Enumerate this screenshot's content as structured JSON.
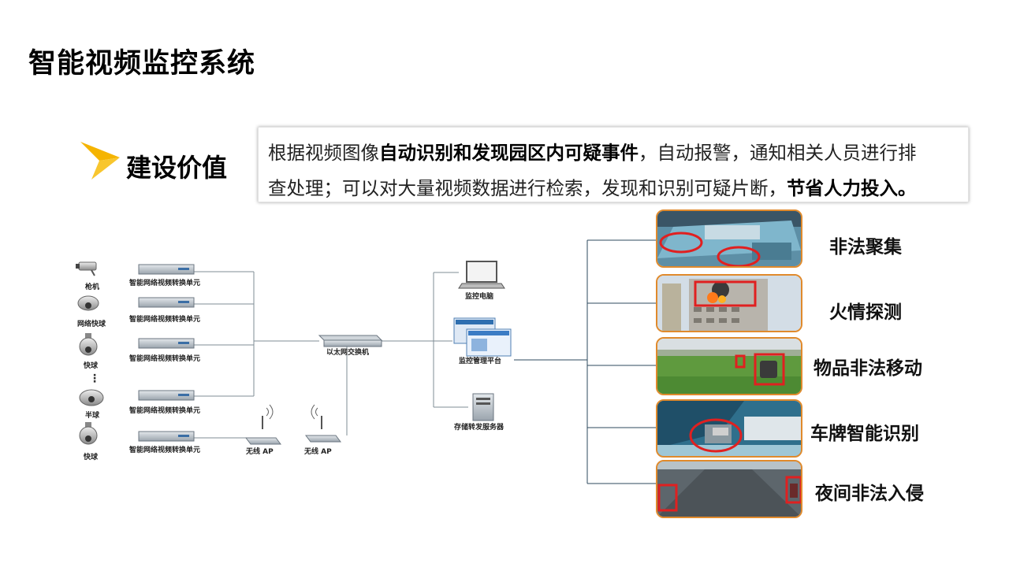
{
  "title": "智能视频监控系统",
  "section": {
    "label": "建设价值",
    "accent_color": "#f5b400"
  },
  "description": {
    "segments": [
      {
        "text": "根据视频图像",
        "bold": false
      },
      {
        "text": "自动识别和发现园区内可疑事件",
        "bold": true
      },
      {
        "text": "，自动报警，通知相关人员进行排",
        "bold": false
      },
      {
        "text": "查处理；可以对大量视频数据进行检索，发现和识别可疑片断，",
        "bold": false
      },
      {
        "text": "节省人力投入。",
        "bold": true
      }
    ]
  },
  "diagram": {
    "cameras": [
      {
        "label": "枪机",
        "icon": "bullet-camera-icon"
      },
      {
        "label": "网络快球",
        "icon": "dome-camera-icon"
      },
      {
        "label": "快球",
        "icon": "speed-dome-icon"
      },
      {
        "label": "半球",
        "icon": "half-dome-icon"
      },
      {
        "label": "快球",
        "icon": "speed-dome-icon"
      }
    ],
    "ellipsis": "⋮",
    "converter_label": "智能网络视频转换单元",
    "wireless_ap_label": "无线 AP",
    "switch_label": "以太网交换机",
    "pc_label": "监控电脑",
    "platform_label": "监控管理平台",
    "server_label": "存储转发服务器"
  },
  "events": [
    {
      "label": "非法聚集",
      "scene": "aerial-crowd"
    },
    {
      "label": "火情探测",
      "scene": "building-fire"
    },
    {
      "label": "物品非法移动",
      "scene": "grass-object"
    },
    {
      "label": "车牌智能识别",
      "scene": "car-plate"
    },
    {
      "label": "夜间非法入侵",
      "scene": "night-road"
    }
  ],
  "colors": {
    "card_border": "#e08a2c",
    "highlight": "#e02020",
    "line": "#7f8c96",
    "tree_line": "#2c4a5e"
  }
}
